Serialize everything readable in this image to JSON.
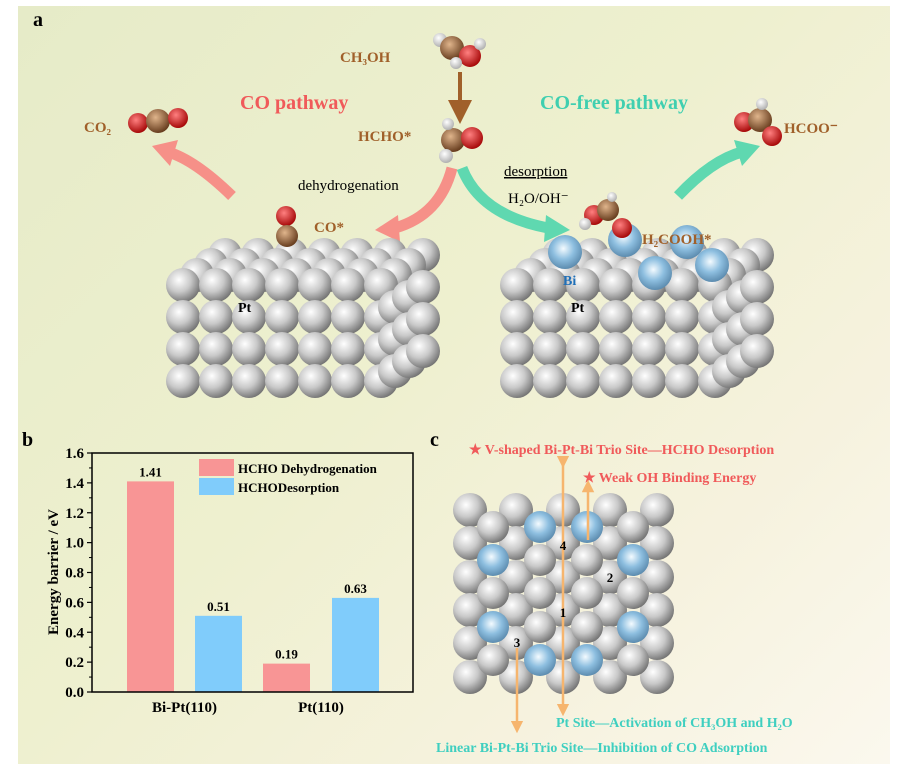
{
  "panel_a": {
    "label": "a",
    "ch3oh": "CH₃OH",
    "hcho": "HCHO*",
    "co_pathway": "CO pathway",
    "co_free_pathway": "CO-free pathway",
    "co2": "CO₂",
    "dehydrogenation": "dehydrogenation",
    "co_ads": "CO*",
    "desorption": "desorption",
    "h2o_oh": "H₂O/OH⁻",
    "h2cooh": "H₂COOH*",
    "hcoo": "HCOO⁻",
    "pt_left": "Pt",
    "pt_right": "Pt",
    "bi": "Bi"
  },
  "panel_b": {
    "label": "b"
  },
  "chart_data": {
    "type": "bar",
    "categories": [
      "Bi-Pt(110)",
      "Pt(110)"
    ],
    "series": [
      {
        "name": "HCHO Dehydrogenation",
        "values": [
          1.41,
          0.19
        ],
        "color": "#f89595"
      },
      {
        "name": "HCHODesorption",
        "values": [
          0.51,
          0.63
        ],
        "color": "#80ccfb"
      }
    ],
    "ylabel": "Energy barrier / eV",
    "xlabel": "",
    "ylim": [
      0,
      1.6
    ],
    "yticks": [
      "0.0",
      "0.2",
      "0.4",
      "0.6",
      "0.8",
      "1.0",
      "1.2",
      "1.4",
      "1.6"
    ],
    "data_labels": [
      "1.41",
      "0.51",
      "0.19",
      "0.63"
    ],
    "legend": "top-right",
    "grid": false
  },
  "panel_c": {
    "label": "c",
    "v_shaped": "★ V-shaped Bi-Pt-Bi Trio Site—HCHO Desorption",
    "weak_oh": "★ Weak OH Binding Energy",
    "pt_site": "Pt Site—Activation of CH₃OH and H₂O",
    "linear": "Linear Bi-Pt-Bi Trio Site—Inhibition of CO Adsorption",
    "sites": [
      "1",
      "2",
      "3",
      "4"
    ]
  },
  "colors": {
    "red": "#f05a5a",
    "teal": "#3fcfc0",
    "brown": "#a0602a",
    "pt": "#b8b8b8",
    "bi": "#7fb0d8"
  }
}
